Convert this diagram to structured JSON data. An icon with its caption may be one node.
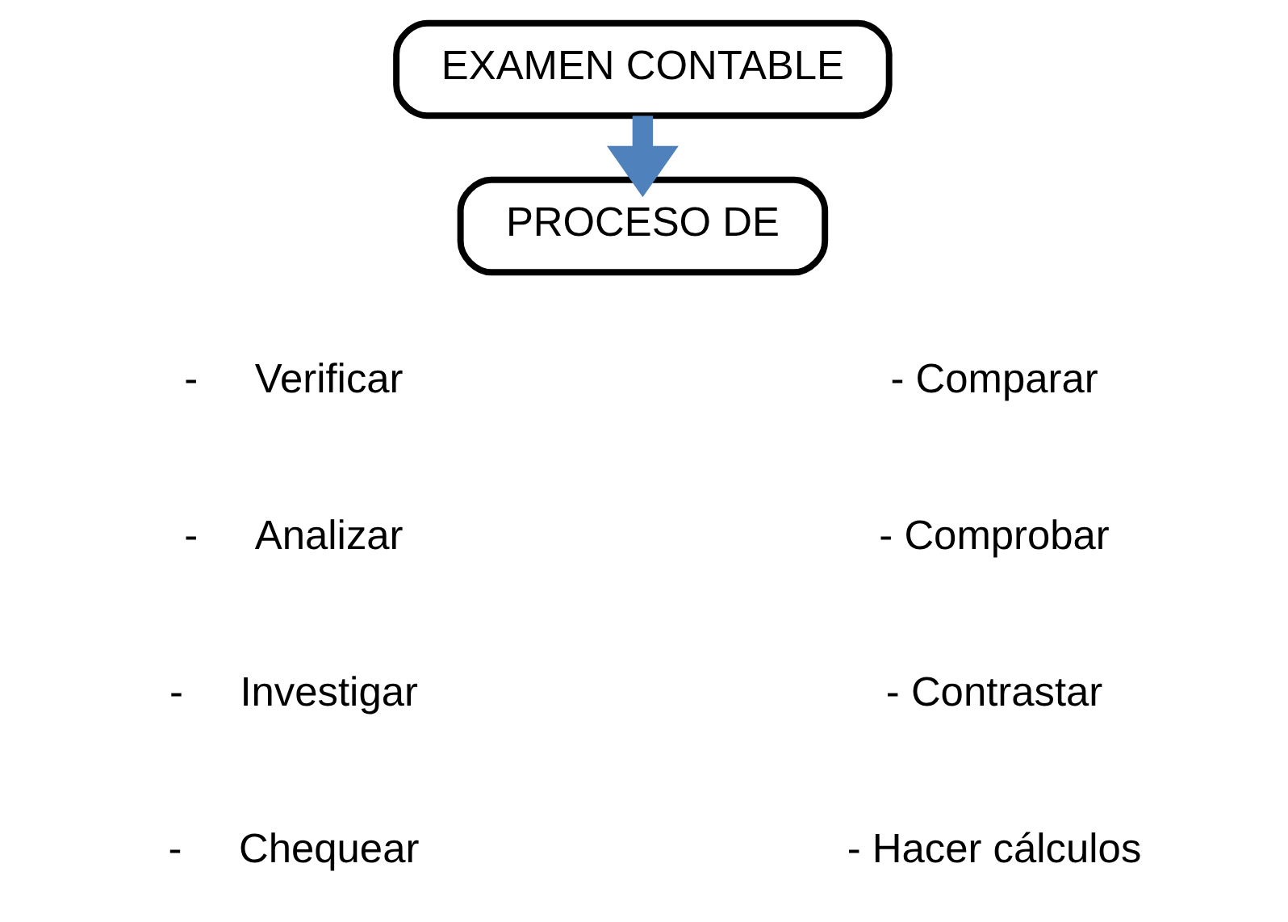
{
  "diagram": {
    "nodes": [
      {
        "text": [
          "EXAMEN CONTABLE"
        ]
      },
      {
        "text": [
          "PROCESO DE"
        ]
      }
    ],
    "edges": [
      {
        "from": 0,
        "to": 1,
        "arrow": "to",
        "color": "#4f81bd"
      }
    ],
    "labels": [
      "-     Verificar",
      "- Comparar",
      "-     Analizar",
      "- Comprobar",
      "-     Investigar",
      "- Contrastar",
      "-     Chequear",
      "- Hacer cálculos"
    ]
  }
}
